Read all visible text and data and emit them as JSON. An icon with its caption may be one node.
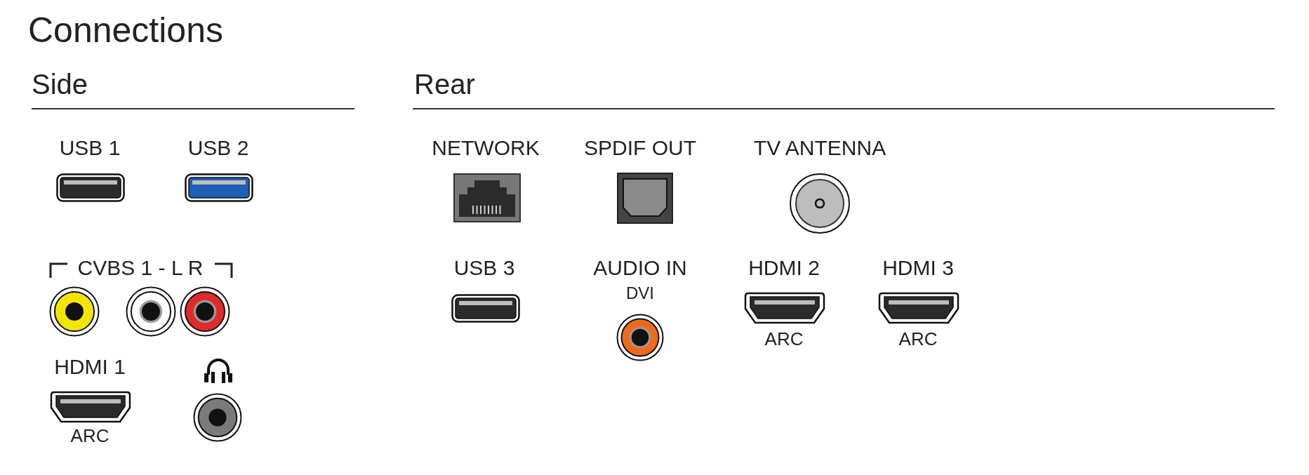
{
  "diagram": {
    "title": "Connections",
    "labels": [
      "Side",
      "Rear",
      "USB 1",
      "USB 2",
      "NETWORK",
      "SPDIF OUT",
      "TV ANTENNA",
      "CVBS 1 - L R",
      "USB 3",
      "AUDIO IN",
      "HDMI 2",
      "HDMI 3",
      "DVI",
      "ARC",
      "ARC",
      "HDMI 1",
      "ARC"
    ]
  }
}
